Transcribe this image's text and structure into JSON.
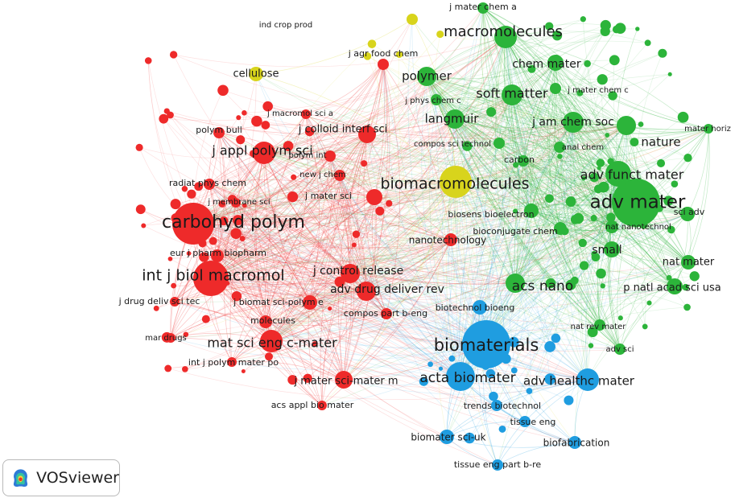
{
  "app_name": "VOSviewer",
  "clusters": {
    "red": "#ee2a2a",
    "green": "#2cb43a",
    "blue": "#1f9de0",
    "yellow": "#d8d41c"
  },
  "nodes": [
    {
      "id": "carbohyd polym",
      "c": "red",
      "w": 26
    },
    {
      "id": "int j biol macromol",
      "c": "red",
      "w": 22
    },
    {
      "id": "j appl polym sci",
      "c": "red",
      "w": 14
    },
    {
      "id": "mat sci eng c-mater",
      "c": "red",
      "w": 14
    },
    {
      "id": "j colloid interf sci",
      "c": "red",
      "w": 11
    },
    {
      "id": "j control release",
      "c": "red",
      "w": 12
    },
    {
      "id": "adv drug deliver rev",
      "c": "red",
      "w": 12
    },
    {
      "id": "j mater sci-mater m",
      "c": "red",
      "w": 11
    },
    {
      "id": "j biomat sci-polym e",
      "c": "red",
      "w": 9
    },
    {
      "id": "eur j pharm biopharm",
      "c": "red",
      "w": 8
    },
    {
      "id": "j mater sci",
      "c": "red",
      "w": 10
    },
    {
      "id": "polym bull",
      "c": "red",
      "w": 7
    },
    {
      "id": "radiat phys chem",
      "c": "red",
      "w": 7
    },
    {
      "id": "j membrane sci",
      "c": "red",
      "w": 6
    },
    {
      "id": "j macromol sci a",
      "c": "red",
      "w": 6
    },
    {
      "id": "polym int",
      "c": "red",
      "w": 7
    },
    {
      "id": "new j chem",
      "c": "red",
      "w": 7
    },
    {
      "id": "j drug deliv sci tec",
      "c": "red",
      "w": 6
    },
    {
      "id": "mar drugs",
      "c": "red",
      "w": 6
    },
    {
      "id": "molecules",
      "c": "red",
      "w": 8
    },
    {
      "id": "compos part b-eng",
      "c": "red",
      "w": 7
    },
    {
      "id": "int j polym mater po",
      "c": "red",
      "w": 6
    },
    {
      "id": "acs appl bio mater",
      "c": "red",
      "w": 6
    },
    {
      "id": "nanotechnology",
      "c": "red",
      "w": 8
    },
    {
      "id": "j agr food chem",
      "c": "red",
      "w": 7
    },
    {
      "id": "biomacromolecules",
      "c": "yellow",
      "w": 20
    },
    {
      "id": "cellulose",
      "c": "yellow",
      "w": 9
    },
    {
      "id": "ind crop prod",
      "c": "yellow",
      "w": 7
    },
    {
      "id": "macromolecules",
      "c": "green",
      "w": 14
    },
    {
      "id": "adv mater",
      "c": "green",
      "w": 30
    },
    {
      "id": "adv funct mater",
      "c": "green",
      "w": 16
    },
    {
      "id": "soft matter",
      "c": "green",
      "w": 13
    },
    {
      "id": "polymer",
      "c": "green",
      "w": 12
    },
    {
      "id": "langmuir",
      "c": "green",
      "w": 12
    },
    {
      "id": "chem mater",
      "c": "green",
      "w": 10
    },
    {
      "id": "j am chem soc",
      "c": "green",
      "w": 13
    },
    {
      "id": "nature",
      "c": "green",
      "w": 12
    },
    {
      "id": "acs nano",
      "c": "green",
      "w": 12
    },
    {
      "id": "small",
      "c": "green",
      "w": 10
    },
    {
      "id": "nat mater",
      "c": "green",
      "w": 9
    },
    {
      "id": "p natl acad sci usa",
      "c": "green",
      "w": 10
    },
    {
      "id": "j mater chem a",
      "c": "green",
      "w": 7
    },
    {
      "id": "j mater chem c",
      "c": "green",
      "w": 7
    },
    {
      "id": "j phys chem c",
      "c": "green",
      "w": 7
    },
    {
      "id": "compos sci technol",
      "c": "green",
      "w": 7
    },
    {
      "id": "carbon",
      "c": "green",
      "w": 7
    },
    {
      "id": "anal chem",
      "c": "green",
      "w": 7
    },
    {
      "id": "biosens bioelectron",
      "c": "green",
      "w": 9
    },
    {
      "id": "bioconjugate chem",
      "c": "green",
      "w": 8
    },
    {
      "id": "nat nanotechnol",
      "c": "green",
      "w": 8
    },
    {
      "id": "sci adv",
      "c": "green",
      "w": 9
    },
    {
      "id": "mater horiz",
      "c": "green",
      "w": 6
    },
    {
      "id": "nat rev mater",
      "c": "green",
      "w": 7
    },
    {
      "id": "adv sci",
      "c": "green",
      "w": 7
    },
    {
      "id": "biomaterials",
      "c": "blue",
      "w": 30
    },
    {
      "id": "acta biomater",
      "c": "blue",
      "w": 18
    },
    {
      "id": "adv healthc mater",
      "c": "blue",
      "w": 14
    },
    {
      "id": "biotechnol bioeng",
      "c": "blue",
      "w": 9
    },
    {
      "id": "trends biotechnol",
      "c": "blue",
      "w": 7
    },
    {
      "id": "tissue eng",
      "c": "blue",
      "w": 7
    },
    {
      "id": "biomater sci-uk",
      "c": "blue",
      "w": 9
    },
    {
      "id": "biofabrication",
      "c": "blue",
      "w": 8
    },
    {
      "id": "tissue eng part b-re",
      "c": "blue",
      "w": 7
    }
  ]
}
